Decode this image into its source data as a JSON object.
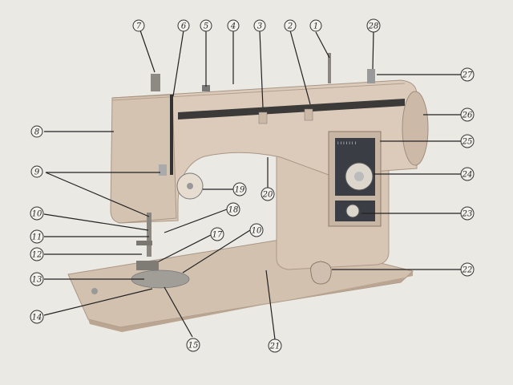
{
  "colors": {
    "paper": "#ebe9e4",
    "body": "#d9c8b8",
    "body_shadow": "#c4b09d",
    "panel": "#3a3e44",
    "line": "#222222"
  },
  "callouts": [
    {
      "id": "c1",
      "label": "1"
    },
    {
      "id": "c2",
      "label": "2"
    },
    {
      "id": "c3",
      "label": "3"
    },
    {
      "id": "c4",
      "label": "4"
    },
    {
      "id": "c5",
      "label": "5"
    },
    {
      "id": "c6",
      "label": "6"
    },
    {
      "id": "c7",
      "label": "7"
    },
    {
      "id": "c8",
      "label": "8"
    },
    {
      "id": "c9",
      "label": "9"
    },
    {
      "id": "c10a",
      "label": "10"
    },
    {
      "id": "c10b",
      "label": "10"
    },
    {
      "id": "c11",
      "label": "11"
    },
    {
      "id": "c12",
      "label": "12"
    },
    {
      "id": "c13",
      "label": "13"
    },
    {
      "id": "c14",
      "label": "14"
    },
    {
      "id": "c15",
      "label": "15"
    },
    {
      "id": "c17",
      "label": "17"
    },
    {
      "id": "c18",
      "label": "18"
    },
    {
      "id": "c19",
      "label": "19"
    },
    {
      "id": "c20",
      "label": "20"
    },
    {
      "id": "c21",
      "label": "21"
    },
    {
      "id": "c22",
      "label": "22"
    },
    {
      "id": "c23",
      "label": "23"
    },
    {
      "id": "c24",
      "label": "24"
    },
    {
      "id": "c25",
      "label": "25"
    },
    {
      "id": "c26",
      "label": "26"
    },
    {
      "id": "c27",
      "label": "27"
    },
    {
      "id": "c28",
      "label": "28"
    }
  ]
}
